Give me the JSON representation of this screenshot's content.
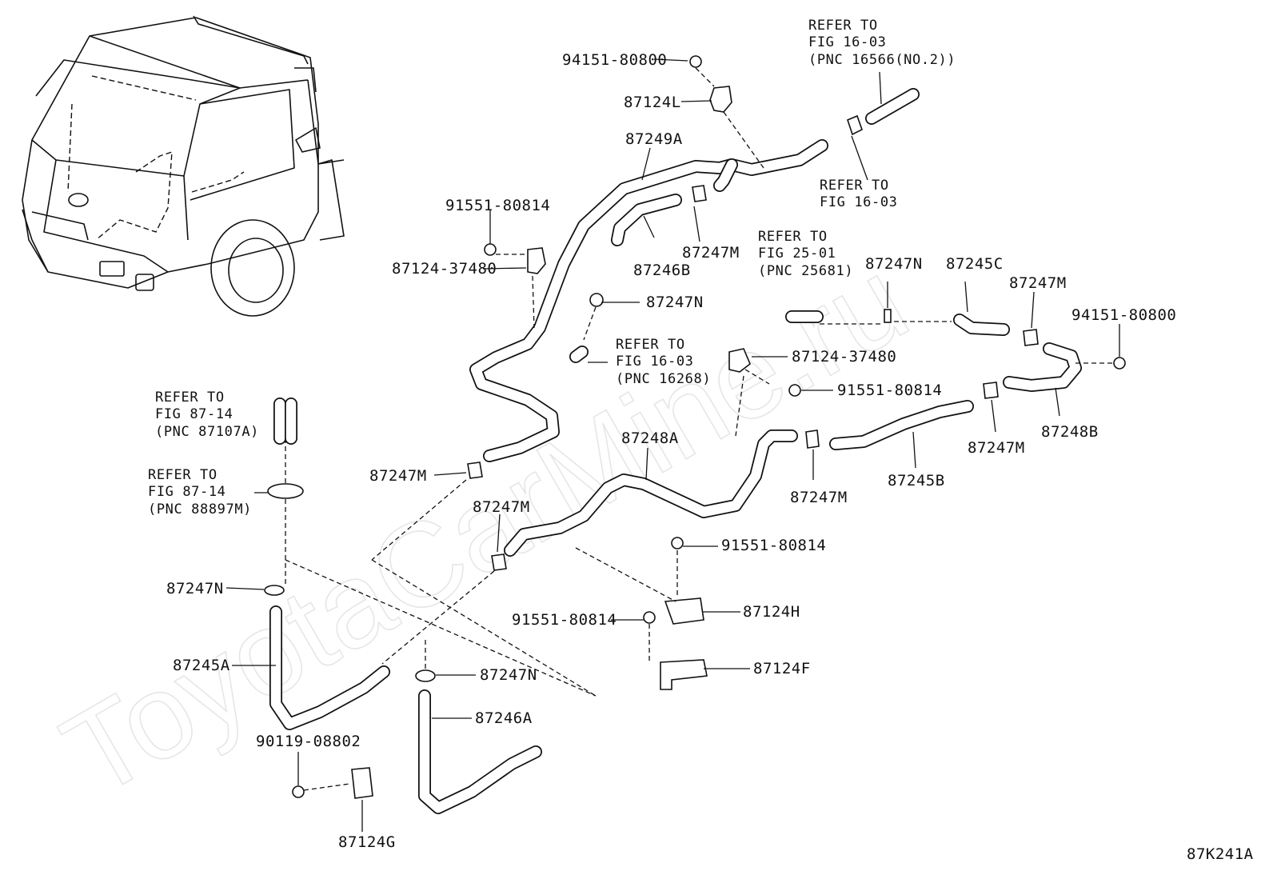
{
  "watermark": "ToyotaCarMine.ru",
  "figure_code": "87K241A",
  "labels": {
    "p94151_top": "94151-80800",
    "p87124L": "87124L",
    "p87249A": "87249A",
    "p91551_top": "91551-80814",
    "p87124_37480_left": "87124-37480",
    "p87247M_clamp_top": "87247M",
    "p87246B": "87246B",
    "p87247N_mid": "87247N",
    "p87247N_right": "87247N",
    "p87245C": "87245C",
    "p87247M_right_top": "87247M",
    "p94151_right": "94151-80800",
    "p87124_37480_right": "87124-37480",
    "p91551_right": "91551-80814",
    "p87248B": "87248B",
    "p87247M_right_bottom": "87247M",
    "p87248A": "87248A",
    "p87247M_center": "87247M",
    "p87245B": "87245B",
    "p87247M_left": "87247M",
    "p87247M_lower": "87247M",
    "p91551_lower_right": "91551-80814",
    "p87124H": "87124H",
    "p91551_lower_mid": "91551-80814",
    "p87124F": "87124F",
    "p87247N_left": "87247N",
    "p87245A": "87245A",
    "p87247N_bottom": "87247N",
    "p87246A": "87246A",
    "p90119": "90119-08802",
    "p87124G": "87124G"
  },
  "refs": {
    "r1": [
      "REFER TO",
      "FIG 16-03",
      "(PNC 16566(NO.2))"
    ],
    "r2": [
      "REFER TO",
      "FIG 16-03"
    ],
    "r3": [
      "REFER TO",
      "FIG 25-01",
      "(PNC 25681)"
    ],
    "r4": [
      "REFER TO",
      "FIG 16-03",
      "(PNC 16268)"
    ],
    "r5": [
      "REFER TO",
      "FIG 87-14",
      "(PNC 87107A)"
    ],
    "r6": [
      "REFER TO",
      "FIG 87-14",
      "(PNC 88897M)"
    ]
  }
}
